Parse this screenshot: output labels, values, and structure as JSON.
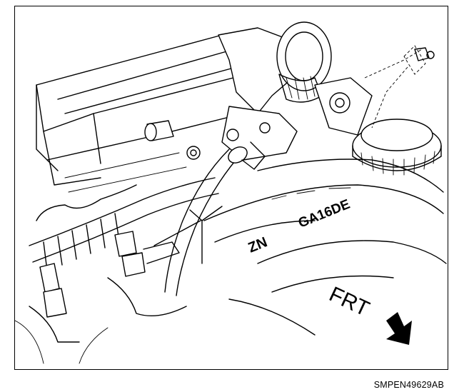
{
  "figure": {
    "engine_label": "GA16DE",
    "engine_label_b": "ZN",
    "direction_label": "FRT",
    "caption": "SMPEN49629AB",
    "arrow_icon": "direction-arrow-icon"
  }
}
